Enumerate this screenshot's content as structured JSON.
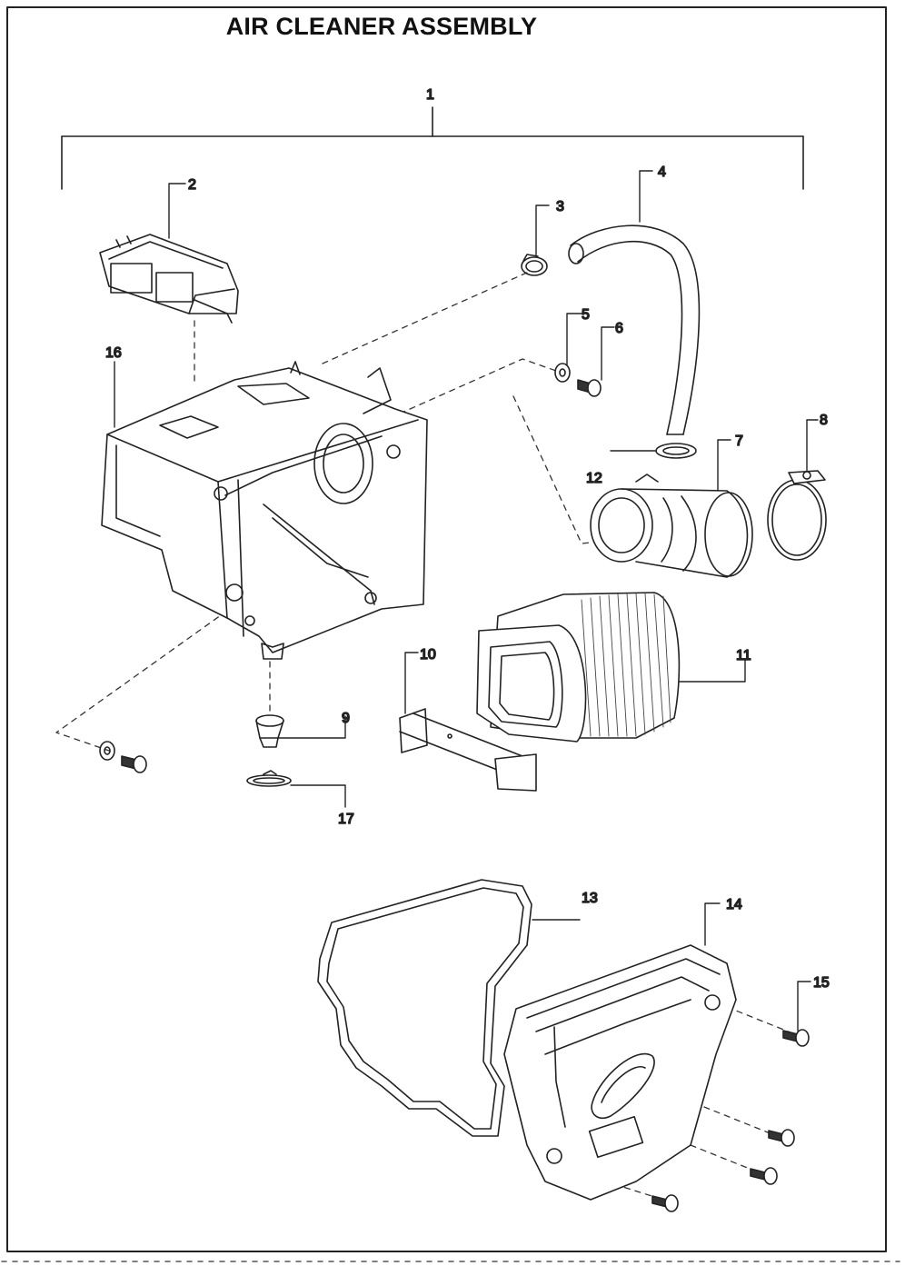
{
  "title": "AIR CLEANER ASSEMBLY",
  "callouts": [
    {
      "id": "c1",
      "label": "1"
    },
    {
      "id": "c2",
      "label": "2"
    },
    {
      "id": "c3",
      "label": "3"
    },
    {
      "id": "c4",
      "label": "4"
    },
    {
      "id": "c5",
      "label": "5"
    },
    {
      "id": "c6",
      "label": "6"
    },
    {
      "id": "c7",
      "label": "7"
    },
    {
      "id": "c8",
      "label": "8"
    },
    {
      "id": "c9",
      "label": "9"
    },
    {
      "id": "c10",
      "label": "10"
    },
    {
      "id": "c11",
      "label": "11"
    },
    {
      "id": "c12",
      "label": "12"
    },
    {
      "id": "c13",
      "label": "13"
    },
    {
      "id": "c14",
      "label": "14"
    },
    {
      "id": "c15",
      "label": "15"
    },
    {
      "id": "c16",
      "label": "16"
    },
    {
      "id": "c17",
      "label": "17"
    }
  ]
}
